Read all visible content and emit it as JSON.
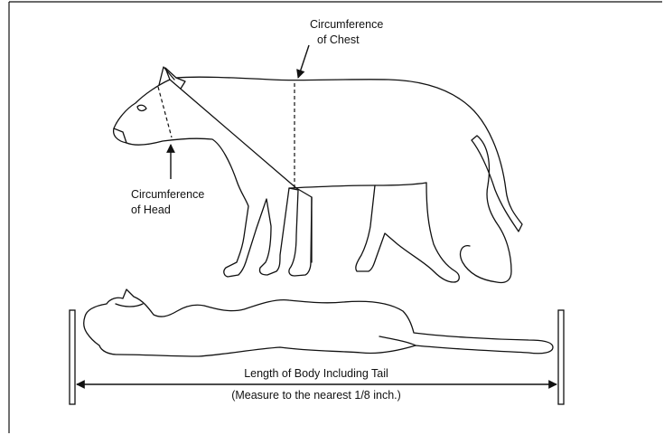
{
  "labels": {
    "chest_line1": "Circumference",
    "chest_line2": "of Chest",
    "head_line1": "Circumference",
    "head_line2": "of Head",
    "length_line1": "Length of Body Including Tail",
    "length_line2": "(Measure to the nearest 1/8 inch.)"
  },
  "colors": {
    "ink": "#111111",
    "background": "#ffffff"
  }
}
